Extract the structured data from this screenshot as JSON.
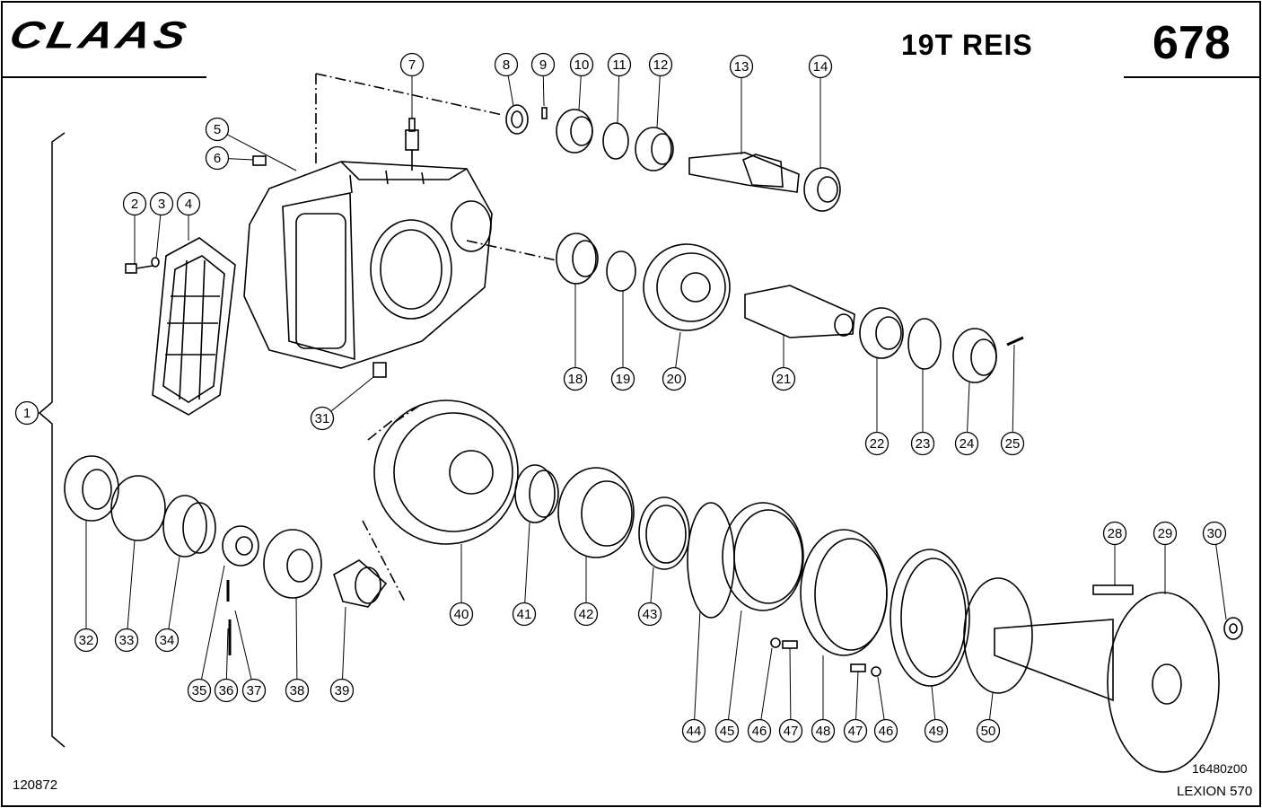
{
  "header": {
    "brand": "CLAAS",
    "model": "19T  REIS",
    "page_number": "678"
  },
  "footer": {
    "doc_id": "120872",
    "drawing_code": "16480z00",
    "product": "LEXION 570"
  },
  "callouts": [
    {
      "label": "1"
    },
    {
      "label": "2"
    },
    {
      "label": "3"
    },
    {
      "label": "4"
    },
    {
      "label": "5"
    },
    {
      "label": "6"
    },
    {
      "label": "7"
    },
    {
      "label": "8"
    },
    {
      "label": "9"
    },
    {
      "label": "10"
    },
    {
      "label": "11"
    },
    {
      "label": "12"
    },
    {
      "label": "13"
    },
    {
      "label": "14"
    },
    {
      "label": "18"
    },
    {
      "label": "19"
    },
    {
      "label": "20"
    },
    {
      "label": "21"
    },
    {
      "label": "22"
    },
    {
      "label": "23"
    },
    {
      "label": "24"
    },
    {
      "label": "25"
    },
    {
      "label": "28"
    },
    {
      "label": "29"
    },
    {
      "label": "30"
    },
    {
      "label": "31"
    },
    {
      "label": "32"
    },
    {
      "label": "33"
    },
    {
      "label": "34"
    },
    {
      "label": "35"
    },
    {
      "label": "36"
    },
    {
      "label": "37"
    },
    {
      "label": "38"
    },
    {
      "label": "39"
    },
    {
      "label": "40"
    },
    {
      "label": "41"
    },
    {
      "label": "42"
    },
    {
      "label": "43"
    },
    {
      "label": "44"
    },
    {
      "label": "45"
    },
    {
      "label": "46"
    },
    {
      "label": "47"
    },
    {
      "label": "48"
    },
    {
      "label": "47"
    },
    {
      "label": "46"
    },
    {
      "label": "49"
    },
    {
      "label": "50"
    }
  ]
}
